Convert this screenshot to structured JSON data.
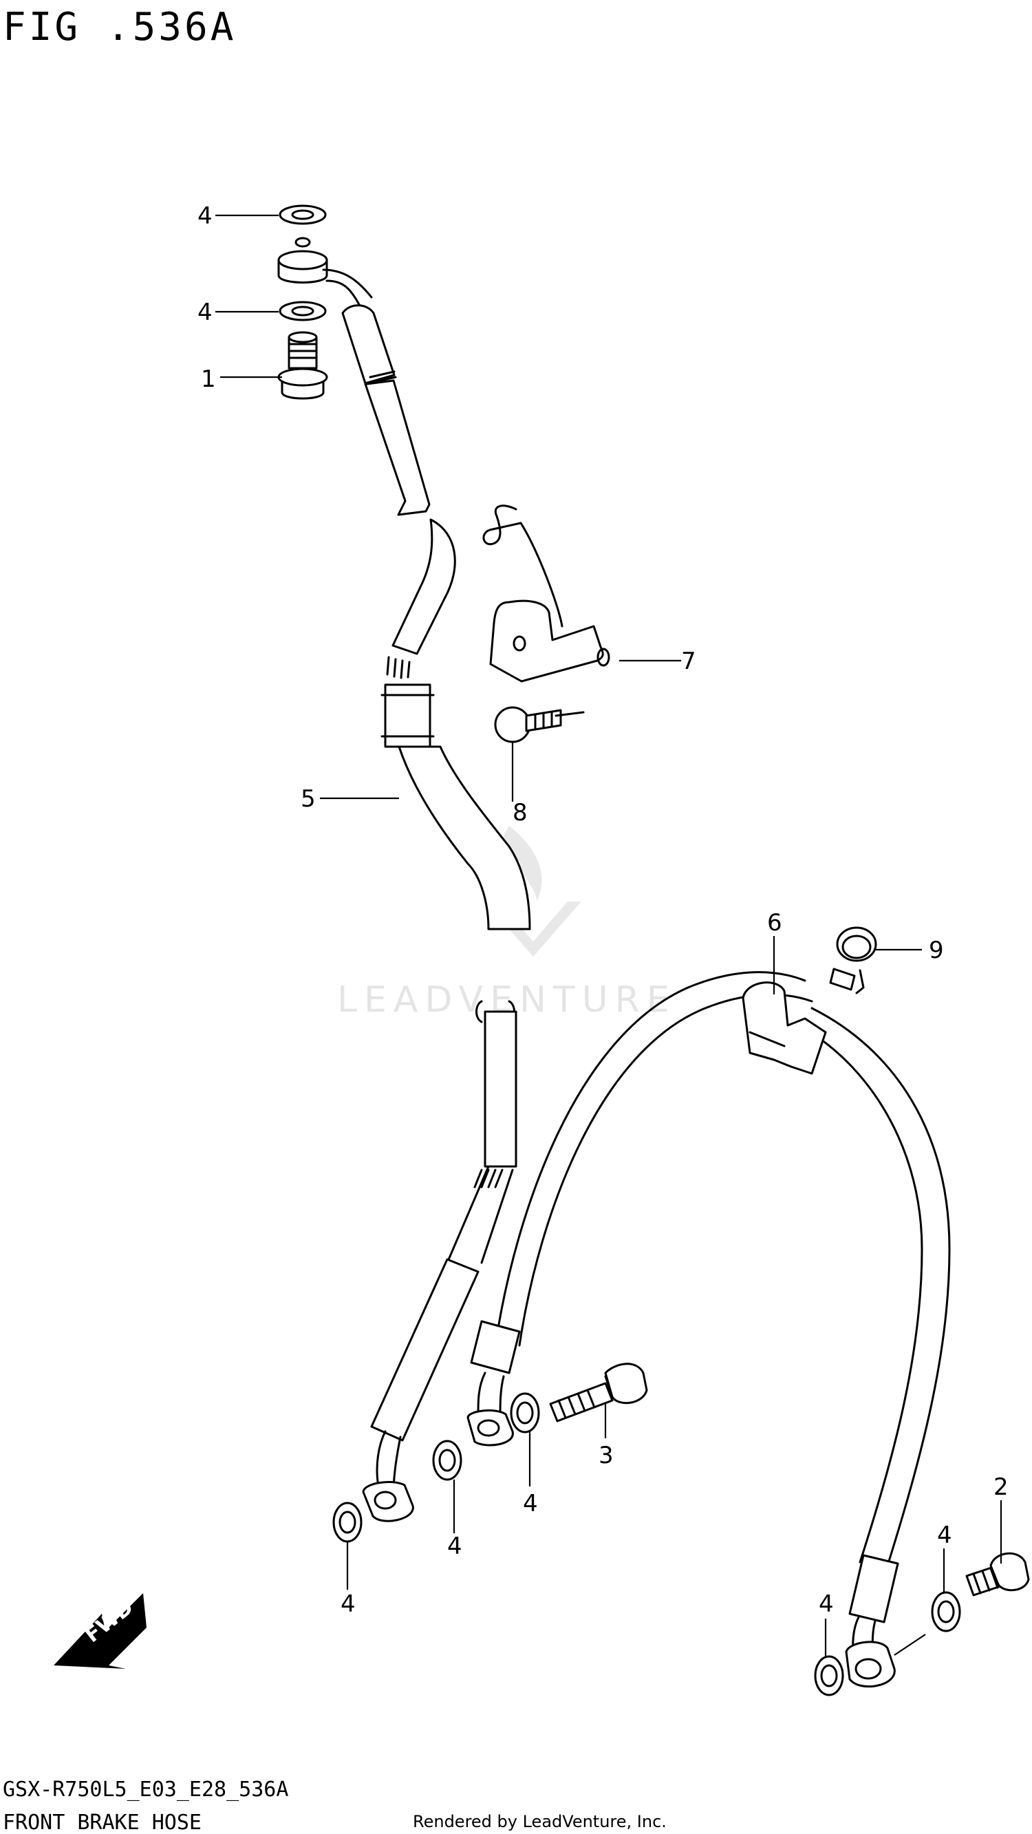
{
  "figure": {
    "title": "FIG .536A",
    "code": "GSX-R750L5_E03_E28_536A",
    "name": "FRONT BRAKE HOSE"
  },
  "credit": "Rendered by LeadVenture, Inc.",
  "watermark": "LEADVENTURE",
  "fwd_label": "FWD",
  "callouts": [
    {
      "id": "c4a",
      "text": "4"
    },
    {
      "id": "c4b",
      "text": "4"
    },
    {
      "id": "c1",
      "text": "1"
    },
    {
      "id": "c7",
      "text": "7"
    },
    {
      "id": "c8",
      "text": "8"
    },
    {
      "id": "c5",
      "text": "5"
    },
    {
      "id": "c6",
      "text": "6"
    },
    {
      "id": "c9",
      "text": "9"
    },
    {
      "id": "c3",
      "text": "3"
    },
    {
      "id": "c4c",
      "text": "4"
    },
    {
      "id": "c4d",
      "text": "4"
    },
    {
      "id": "c4e",
      "text": "4"
    },
    {
      "id": "c2",
      "text": "2"
    },
    {
      "id": "c4f",
      "text": "4"
    },
    {
      "id": "c4g",
      "text": "4"
    }
  ]
}
